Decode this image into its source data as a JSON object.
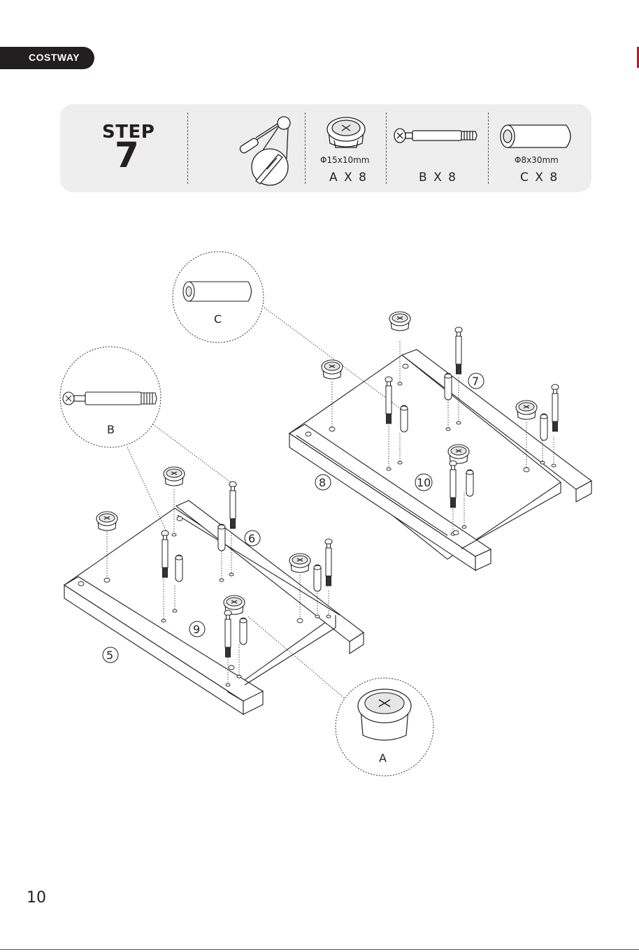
{
  "brand": {
    "name": "COSTWAY"
  },
  "step": {
    "word": "STEP",
    "number": "7"
  },
  "tools": [
    {
      "icon": "phillips-screwdriver-icon"
    }
  ],
  "parts": [
    {
      "id": "A",
      "spec": "Φ15x10mm",
      "qty": "A X 8",
      "icon": "cam-lock-icon"
    },
    {
      "id": "B",
      "spec": "",
      "qty": "B X 8",
      "icon": "cam-bolt-icon"
    },
    {
      "id": "C",
      "spec": "Φ8x30mm",
      "qty": "C X 8",
      "icon": "wooden-dowel-icon"
    }
  ],
  "callouts": {
    "a": "A",
    "b": "B",
    "c": "C"
  },
  "panel_numbers": {
    "p5": "5",
    "p6": "6",
    "p7": "7",
    "p8": "8",
    "p9": "9",
    "p10": "10"
  },
  "page": {
    "number": "10"
  }
}
